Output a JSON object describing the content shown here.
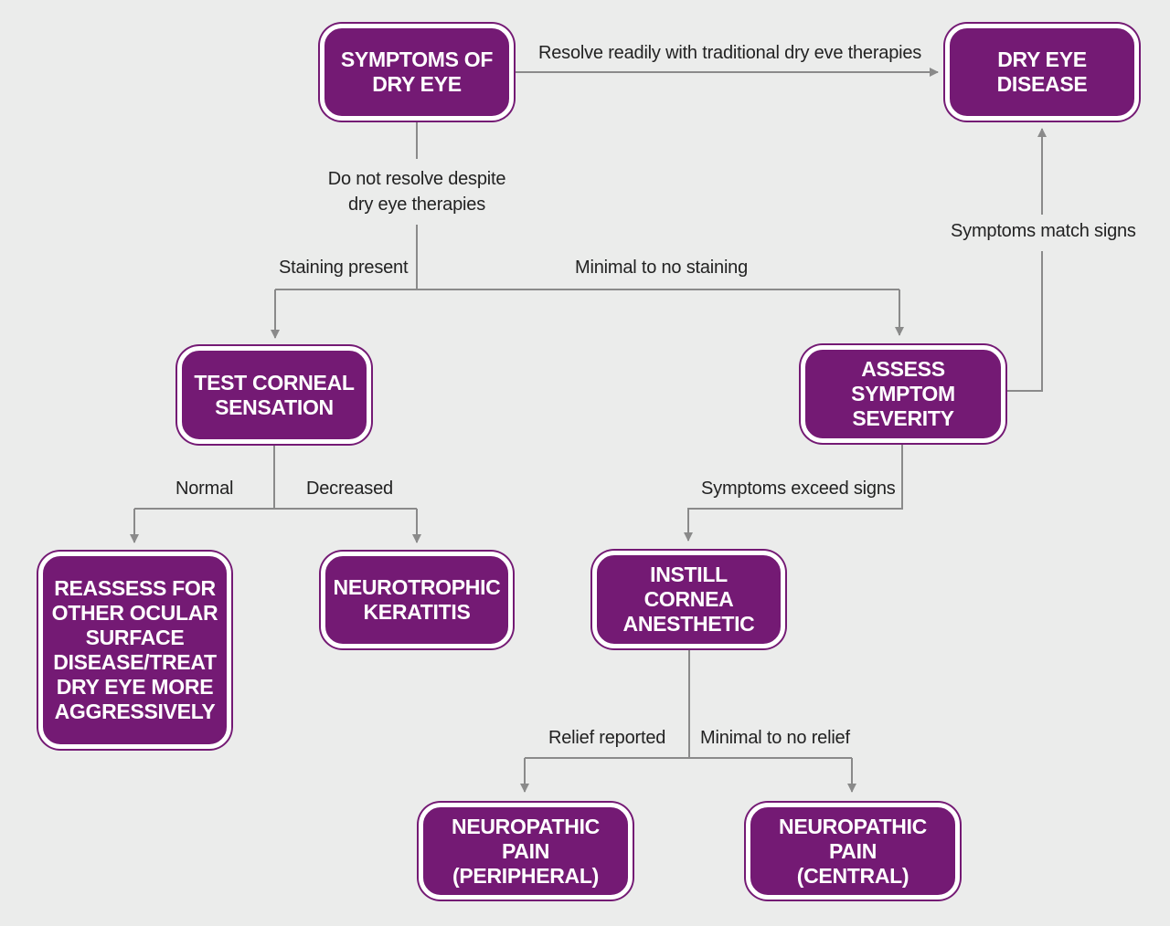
{
  "colors": {
    "background": "#ebeceb",
    "node_fill": "#741a74",
    "node_border": "#ffffff",
    "connector": "#8a8a8a",
    "label_text": "#222222"
  },
  "nodes": {
    "symptoms_of_dry_eye": "SYMPTOMS OF\nDRY EYE",
    "dry_eye_disease": "DRY EYE\nDISEASE",
    "test_corneal_sensation": "TEST CORNEAL\nSENSATION",
    "assess_symptom_severity": "ASSESS SYMPTOM\nSEVERITY",
    "reassess": "REASSESS FOR\nOTHER OCULAR\nSURFACE\nDISEASE/TREAT\nDRY EYE MORE\nAGGRESSIVELY",
    "neurotrophic_keratitis": "NEUROTROPHIC\nKERATITIS",
    "instill_cornea_anesthetic": "INSTILL CORNEA\nANESTHETIC",
    "neuropathic_pain_peripheral": "NEUROPATHIC PAIN\n(PERIPHERAL)",
    "neuropathic_pain_central": "NEUROPATHIC PAIN\n(CENTRAL)"
  },
  "edges": {
    "resolve_readily": "Resolve readily with traditional dry eve therapies",
    "do_not_resolve": "Do not resolve despite\ndry eye therapies",
    "staining_present": "Staining present",
    "minimal_staining": "Minimal to no staining",
    "symptoms_match": "Symptoms match signs",
    "normal": "Normal",
    "decreased": "Decreased",
    "symptoms_exceed": "Symptoms exceed signs",
    "relief_reported": "Relief reported",
    "minimal_relief": "Minimal to no relief"
  }
}
